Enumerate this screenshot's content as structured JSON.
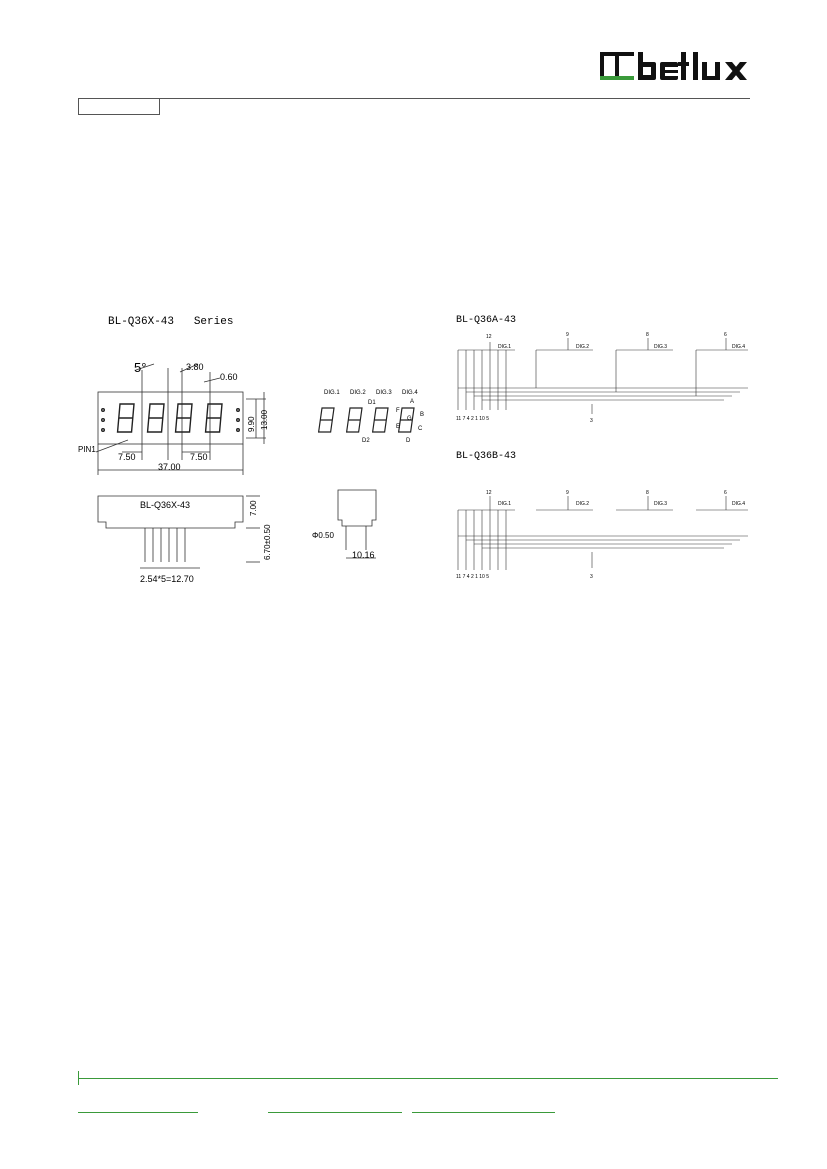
{
  "brand": {
    "name": "betlux"
  },
  "mech": {
    "series_title": "BL-Q36X-43   Series",
    "angle": "5°",
    "dim_380": "3.80",
    "dim_060": "0.60",
    "pin1": "PIN1",
    "pitch_left": "7.50",
    "pitch_right": "7.50",
    "width_total": "37.00",
    "height_digit": "9.90",
    "height_total": "13.00",
    "side_label": "BL-Q36X-43",
    "dim_700": "7.00",
    "dim_670": "6.70±0.50",
    "pins_pitch": "2.54*5=12.70",
    "dia": "Φ0.50",
    "depth": "10.16"
  },
  "digits": {
    "labels": [
      "DIG.1",
      "DIG.2",
      "DIG.3",
      "DIG.4"
    ],
    "seg_a": "A",
    "seg_b": "B",
    "seg_c": "C",
    "seg_d": "D",
    "seg_e": "E",
    "seg_f": "F",
    "seg_g": "G",
    "d1": "D1",
    "d2": "D2"
  },
  "circuits": [
    {
      "title": "BL-Q36A-43",
      "common_pins": [
        "12",
        "9",
        "8",
        "6"
      ],
      "dig_labels": [
        "DIG.1",
        "DIG.2",
        "DIG.3",
        "DIG.4"
      ],
      "bottom_pins": [
        "11",
        "7",
        "4",
        "2",
        "1",
        "10",
        "5"
      ],
      "extra_pin": "3"
    },
    {
      "title": "BL-Q36B-43",
      "common_pins": [
        "12",
        "9",
        "8",
        "6"
      ],
      "dig_labels": [
        "DIG.1",
        "DIG.2",
        "DIG.3",
        "DIG.4"
      ],
      "bottom_pins": [
        "11",
        "7",
        "4",
        "2",
        "1",
        "10",
        "5"
      ],
      "extra_pin": "3"
    }
  ],
  "colors": {
    "accent": "#3a9a3a"
  }
}
